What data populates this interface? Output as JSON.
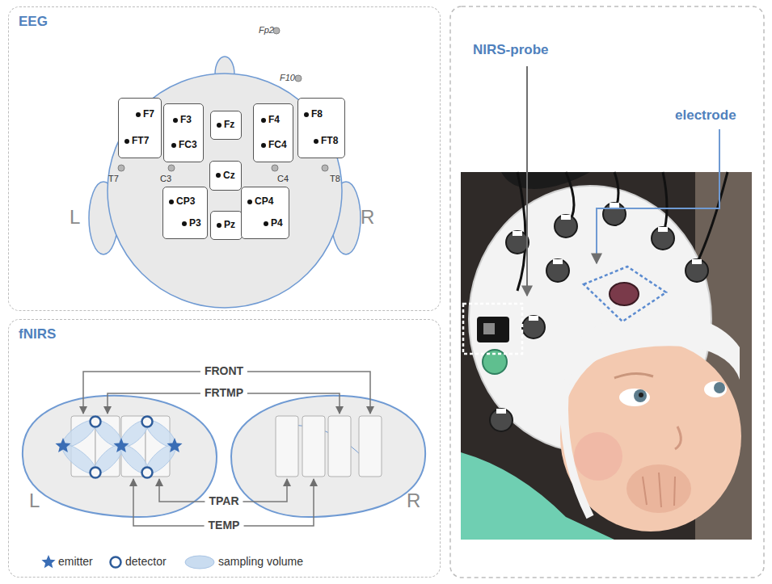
{
  "diagram": {
    "nodes": [
      {
        "text": [
          "EEG"
        ]
      },
      {
        "text": [
          "F7",
          "FT7"
        ],
        "in": 0
      },
      {
        "text": [
          "F3",
          "FC3"
        ],
        "in": 0
      },
      {
        "text": [
          "Fz"
        ],
        "in": 0
      },
      {
        "text": [
          "F4",
          "FC4"
        ],
        "in": 0
      },
      {
        "text": [
          "F8",
          "FT8"
        ],
        "in": 0
      },
      {
        "text": [
          "Cz"
        ],
        "in": 0
      },
      {
        "text": [
          "CP3",
          "P3"
        ],
        "in": 0
      },
      {
        "text": [
          "Pz"
        ],
        "in": 0
      },
      {
        "text": [
          "CP4",
          "P4"
        ],
        "in": 0
      },
      {
        "text": [
          "fNIRS"
        ]
      }
    ],
    "labels": [
      "Fp2",
      "F10",
      "T7",
      "C3",
      "C4",
      "T8",
      "L",
      "R",
      "FRONT",
      "FRTMP",
      "TPAR",
      "TEMP",
      "L",
      "R",
      "NIRS-probe",
      "electrode"
    ],
    "legend": [
      {
        "text": "emitter"
      },
      {
        "text": "detector"
      },
      {
        "text": "sampling volume"
      }
    ]
  }
}
